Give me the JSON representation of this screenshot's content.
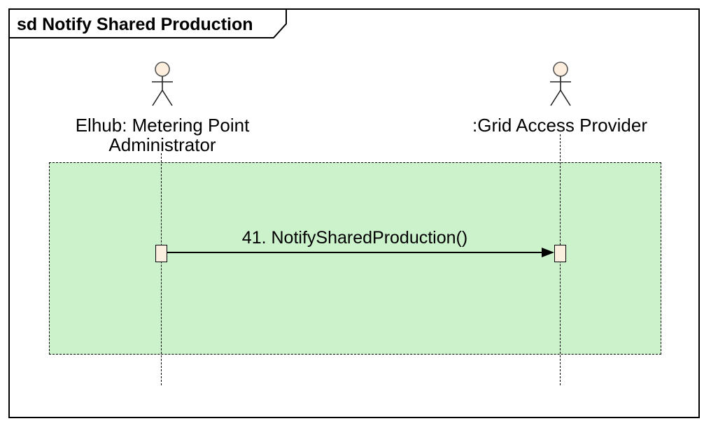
{
  "frame": {
    "label": "sd Notify Shared Production"
  },
  "actors": [
    {
      "id": "elhub-metering-point-administrator",
      "label_line1": "Elhub: Metering Point",
      "label_line2": "Administrator"
    },
    {
      "id": "grid-access-provider",
      "label_line1": ":Grid Access Provider"
    }
  ],
  "messages": [
    {
      "label": "41. NotifySharedProduction()",
      "from": "elhub-metering-point-administrator",
      "to": "grid-access-provider",
      "direction": "left-to-right"
    }
  ],
  "colors": {
    "region_fill": "#ccf2cc",
    "region_border": "#000000",
    "actor_head_fill": "#fdeedd",
    "activation_fill": "#fbf0e0",
    "line_color": "#000000",
    "frame_fill": "#ffffff"
  }
}
